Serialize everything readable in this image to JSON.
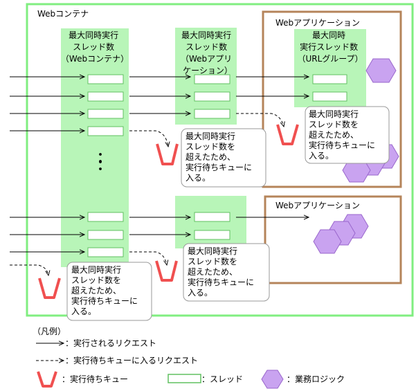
{
  "container": {
    "label": "Webコンテナ"
  },
  "columns": {
    "container_max": [
      "最大同時実行",
      "スレッド数",
      "（Webコンテナ）"
    ],
    "app_max": [
      "最大同時実行",
      "スレッド数",
      "（Webアプリ",
      "ケーション）"
    ],
    "url_max": [
      "最大同時",
      "実行スレッド数",
      "（URLグループ）"
    ]
  },
  "apps": [
    {
      "label": "Webアプリケーション"
    },
    {
      "label": "Webアプリケーション"
    }
  ],
  "ellipsis": "：",
  "notes": {
    "n1": [
      "最大同時実行",
      "スレッド数を",
      "超えたため、",
      "実行待ちキューに",
      "入る。"
    ],
    "n2": [
      "最大同時実行",
      "スレッド数を",
      "超えたため、",
      "実行待ちキューに",
      "入る。"
    ],
    "n3": [
      "最大同時実行",
      "スレッド数を",
      "超えたため、",
      "実行待ちキューに",
      "入る。"
    ],
    "n4": [
      "最大同時実行",
      "スレッド数を",
      "超えたため、",
      "実行待ちキューに",
      "入る。"
    ]
  },
  "legend": {
    "title": "（凡例）",
    "request": "：実行されるリクエスト",
    "queued_request": "：実行待ちキューに入るリクエスト",
    "queue": "：実行待ちキュー",
    "thread": "：スレッド",
    "logic": "：業務ロジック"
  },
  "colors": {
    "container_border": "#80ee80",
    "column_fill": "#b8f5b8",
    "app_border": "#b5845a",
    "queue": "#f05050",
    "logic_fill": "#c9a3f0",
    "logic_stroke": "#9966cc"
  }
}
